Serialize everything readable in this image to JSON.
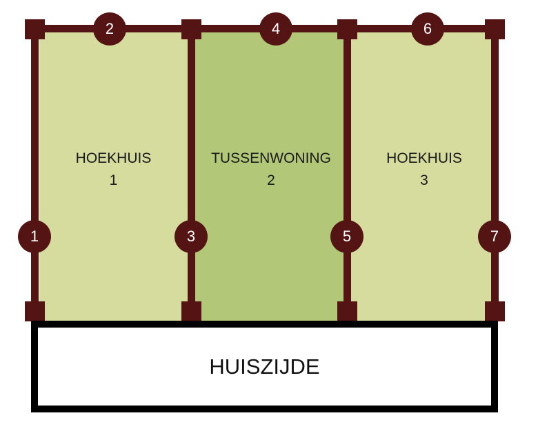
{
  "plots": [
    {
      "type": "HOEKHUIS",
      "number": "1",
      "color": "#d6dc9e"
    },
    {
      "type": "TUSSENWONING",
      "number": "2",
      "color": "#b2c778"
    },
    {
      "type": "HOEKHUIS",
      "number": "3",
      "color": "#d6dc9e"
    }
  ],
  "markers": [
    "1",
    "2",
    "3",
    "4",
    "5",
    "6",
    "7"
  ],
  "house_side": "HUISZIJDE",
  "fence_color": "#551414"
}
